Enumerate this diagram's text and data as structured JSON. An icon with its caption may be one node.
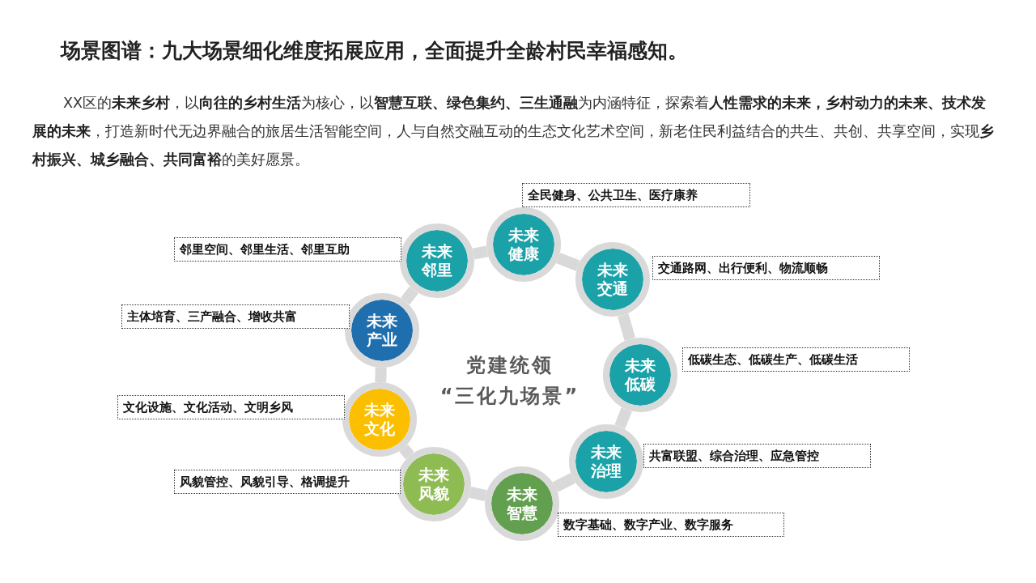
{
  "diagram": {
    "title": "场景图谱：九大场景细化维度拓展应用，全面提升全龄村民幸福感知。",
    "nodes": [
      {
        "text": [
          "未来健康"
        ]
      },
      {
        "text": [
          "未来交通"
        ]
      },
      {
        "text": [
          "未来低碳"
        ]
      },
      {
        "text": [
          "未来治理"
        ]
      },
      {
        "text": [
          "未来智慧"
        ]
      },
      {
        "text": [
          "未来风貌"
        ]
      },
      {
        "text": [
          "未来文化"
        ]
      },
      {
        "text": [
          "未来产业"
        ]
      },
      {
        "text": [
          "未来邻里"
        ]
      },
      {
        "text": [
          "全民健身、公共卫生、医疗康养"
        ]
      },
      {
        "text": [
          "交通路网、出行便利、物流顺畅"
        ]
      },
      {
        "text": [
          "低碳生态、低碳生产、低碳生活"
        ]
      },
      {
        "text": [
          "共富联盟、综合治理、应急管控"
        ]
      },
      {
        "text": [
          "数字基础、数字产业、数字服务"
        ]
      },
      {
        "text": [
          "风貌管控、风貌引导、格调提升"
        ]
      },
      {
        "text": [
          "文化设施、文化活动、文明乡风"
        ]
      },
      {
        "text": [
          "主体培育、三产融合、增收共富"
        ]
      },
      {
        "text": [
          "邻里空间、邻里生活、邻里互助"
        ]
      }
    ],
    "edges": [
      {
        "from": 0,
        "to": 1,
        "arrow": "none"
      },
      {
        "from": 1,
        "to": 2,
        "arrow": "none"
      },
      {
        "from": 2,
        "to": 3,
        "arrow": "none"
      },
      {
        "from": 3,
        "to": 4,
        "arrow": "none"
      },
      {
        "from": 4,
        "to": 5,
        "arrow": "none"
      },
      {
        "from": 5,
        "to": 6,
        "arrow": "none"
      },
      {
        "from": 6,
        "to": 7,
        "arrow": "none"
      },
      {
        "from": 7,
        "to": 8,
        "arrow": "none"
      },
      {
        "from": 8,
        "to": 0,
        "arrow": "none"
      }
    ],
    "labels": [
      "XX区的**未来乡村**，以**向往的乡村生活**为核心，以**智慧互联、绿色集约、三生通融**为内涵特征，探索着**人性需求的未来，乡村动力的未来、技术发展的未来**，打造新时代无边界融合的旅居生活智能空间，人与自然交融互动的生态文化艺术空间，新老住民利益结合的共生、共创、共享空间，实现**乡村振兴、城乡融合、共同富裕**的美好愿景。",
      "党建统领 “三化九场景”"
    ]
  }
}
